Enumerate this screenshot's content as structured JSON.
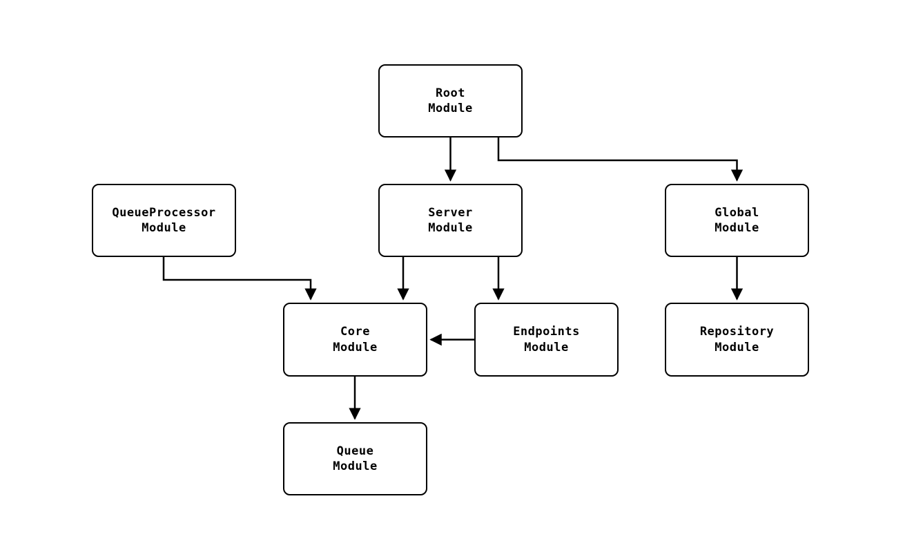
{
  "diagram": {
    "type": "dependency-graph",
    "nodes": {
      "root": {
        "label": "Root\nModule"
      },
      "queueprocessor": {
        "label": "QueueProcessor\nModule"
      },
      "server": {
        "label": "Server\nModule"
      },
      "global": {
        "label": "Global\nModule"
      },
      "core": {
        "label": "Core\nModule"
      },
      "endpoints": {
        "label": "Endpoints\nModule"
      },
      "repository": {
        "label": "Repository\nModule"
      },
      "queue": {
        "label": "Queue\nModule"
      }
    },
    "edges": [
      {
        "from": "Root Module",
        "to": "Server Module"
      },
      {
        "from": "Root Module",
        "to": "Global Module"
      },
      {
        "from": "QueueProcessor Module",
        "to": "Core Module"
      },
      {
        "from": "Server Module",
        "to": "Core Module"
      },
      {
        "from": "Server Module",
        "to": "Endpoints Module"
      },
      {
        "from": "Endpoints Module",
        "to": "Core Module"
      },
      {
        "from": "Global Module",
        "to": "Repository Module"
      },
      {
        "from": "Core Module",
        "to": "Queue Module"
      }
    ],
    "colors": {
      "background": "#ffffff",
      "node_fill": "#ffffff",
      "node_border": "#000000",
      "edge": "#000000"
    }
  }
}
